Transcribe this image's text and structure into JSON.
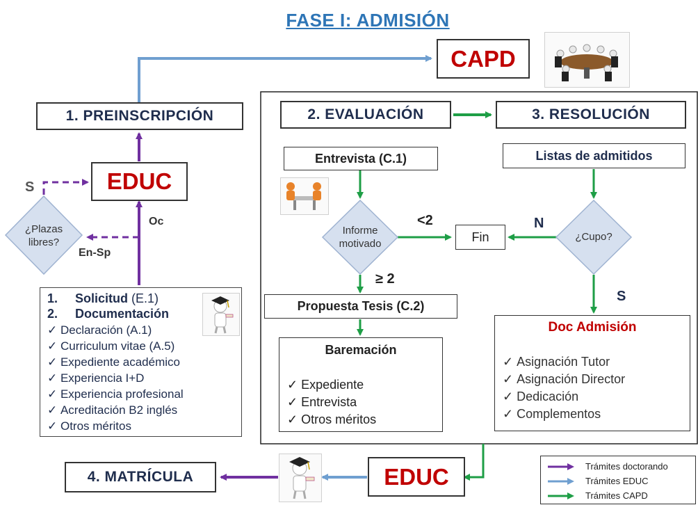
{
  "title": "FASE I: ADMISIÓN",
  "capd": "CAPD",
  "preinscripcion": "1. PREINSCRIPCIÓN",
  "educ_top": "EDUC",
  "educ_bottom": "EDUC",
  "plazas_question": "¿Plazas libres?",
  "label_s_left": "S",
  "label_oc": "Oc",
  "label_ensp": "En-Sp",
  "solicitud": {
    "item1_num": "1.",
    "item1_label": "Solicitud",
    "item1_code": "(E.1)",
    "item2_num": "2.",
    "item2_label": "Documentación",
    "checks": [
      "Declaración (A.1)",
      "Curriculum vitae (A.5)",
      "Expediente académico",
      "Experiencia I+D",
      "Experiencia profesional",
      "Acreditación B2 inglés",
      "Otros méritos"
    ]
  },
  "evaluacion": "2. EVALUACIÓN",
  "resolucion": "3. RESOLUCIÓN",
  "entrevista": "Entrevista (C.1)",
  "informe_question": "Informe motivado",
  "label_lt2": "<2",
  "label_ge2": "≥ 2",
  "fin": "Fin",
  "label_n": "N",
  "cupo_question": "¿Cupo?",
  "label_s_right": "S",
  "listas": "Listas de admitidos",
  "propuesta": "Propuesta Tesis (C.2)",
  "baremacion": {
    "title": "Baremación",
    "checks": [
      "Expediente",
      "Entrevista",
      "Otros méritos"
    ]
  },
  "doc_admision": {
    "title": "Doc Admisión",
    "checks": [
      "Asignación Tutor",
      "Asignación Director",
      "Dedicación",
      "Complementos"
    ]
  },
  "matricula": "4. MATRÍCULA",
  "legend": [
    {
      "label": "Trámites doctorando",
      "color": "#7030a0"
    },
    {
      "label": "Trámites EDUC",
      "color": "#6f9fd0"
    },
    {
      "label": "Trámites CAPD",
      "color": "#1e9e46"
    }
  ],
  "colors": {
    "purple": "#7030a0",
    "blue": "#6f9fd0",
    "green": "#1e9e46",
    "navy": "#1f2d4d",
    "red": "#c00000",
    "diamond_fill": "#d6e0ef"
  }
}
